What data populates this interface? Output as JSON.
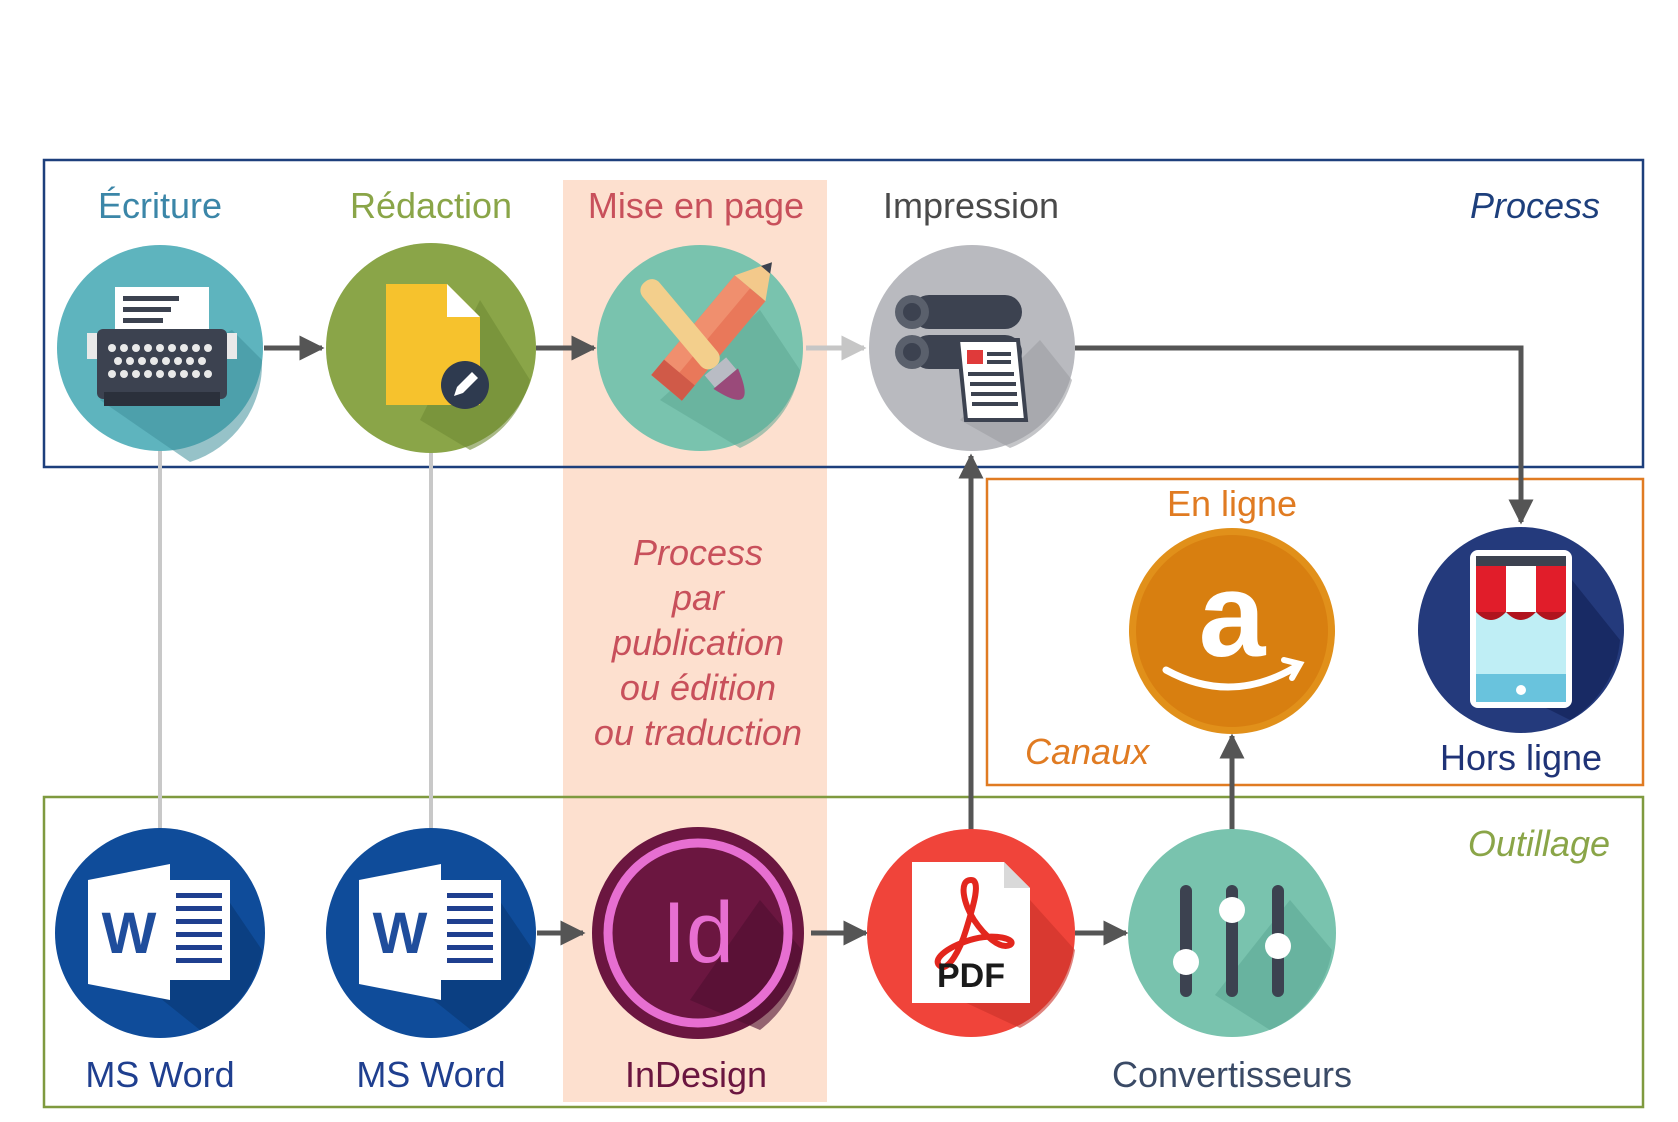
{
  "colors": {
    "process_frame": "#1d3f7c",
    "outillage_frame": "#7f9a3f",
    "canaux_frame": "#e07b22",
    "mise_en_page_band": "#fde0cf",
    "arrow": "#555555",
    "arrow_light": "#c6c6c6",
    "connector": "#c8c8c8"
  },
  "process": {
    "title": "Process",
    "title_color": "#1d3f7c",
    "steps": [
      {
        "label": "Écriture",
        "color": "#3b86a8",
        "icon": "typewriter-icon"
      },
      {
        "label": "Rédaction",
        "color": "#8aa548",
        "icon": "document-edit-icon"
      },
      {
        "label": "Mise en page",
        "color": "#c8505b",
        "icon": "pencil-brush-icon"
      },
      {
        "label": "Impression",
        "color": "#4a4a4a",
        "icon": "printer-icon"
      }
    ]
  },
  "mise_en_page_note": {
    "lines": [
      "Process",
      "par",
      "publication",
      "ou édition",
      "ou traduction"
    ],
    "color": "#c8505b"
  },
  "canaux": {
    "title": "Canaux",
    "title_color": "#e07b22",
    "online": {
      "label": "En ligne",
      "color": "#e07b22",
      "icon": "amazon-icon"
    },
    "offline": {
      "label": "Hors ligne",
      "color": "#1f3377",
      "icon": "shop-mobile-icon"
    }
  },
  "outillage": {
    "title": "Outillage",
    "title_color": "#8aa548",
    "tools": [
      {
        "label": "MS Word",
        "color": "#1f3f8f",
        "icon": "ms-word-icon"
      },
      {
        "label": "MS Word",
        "color": "#1f3f8f",
        "icon": "ms-word-icon"
      },
      {
        "label": "InDesign",
        "color": "#6b1640",
        "icon": "indesign-icon"
      },
      {
        "label": "",
        "color": "#333333",
        "icon": "pdf-icon"
      },
      {
        "label": "Convertisseurs",
        "color": "#3a4a66",
        "icon": "sliders-icon"
      }
    ],
    "pdf_text": "PDF",
    "indesign_text": "Id",
    "word_letter": "W"
  }
}
